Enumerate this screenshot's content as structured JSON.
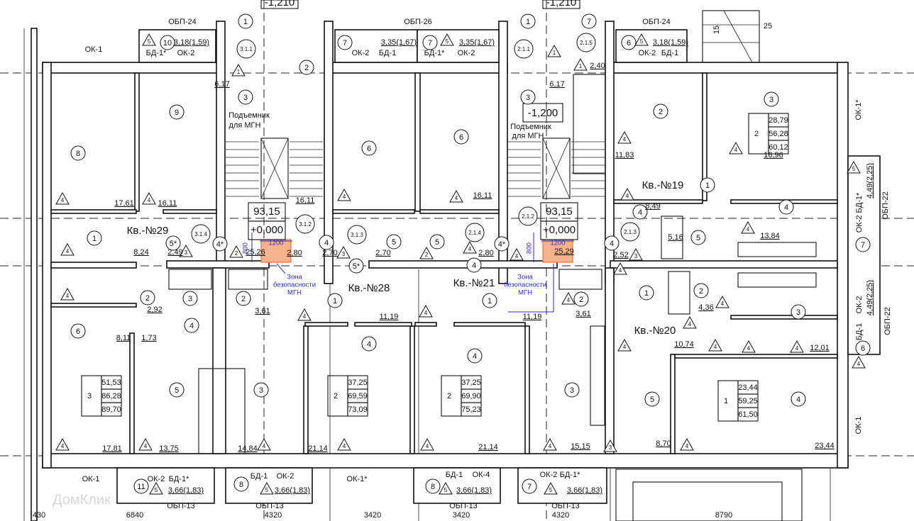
{
  "apartments": [
    "Кв.-№29",
    "Кв.-№28",
    "Кв.-№21",
    "Кв.-№19",
    "Кв.-№20"
  ],
  "area_tables": [
    {
      "rooms": "3",
      "values": [
        "51,53",
        "86,28",
        "89,70"
      ]
    },
    {
      "rooms": "2",
      "values": [
        "37,25",
        "69,59",
        "73,09"
      ]
    },
    {
      "rooms": "2",
      "values": [
        "37,25",
        "69,90",
        "75,23"
      ]
    },
    {
      "rooms": "2",
      "values": [
        "28,79",
        "56,28",
        "60,12"
      ]
    },
    {
      "rooms": "1",
      "values": [
        "23,44",
        "59,25",
        "61,50"
      ]
    }
  ],
  "room_numbers": [
    "8",
    "9",
    "1",
    "2",
    "6",
    "5",
    "3",
    "4",
    "3",
    "5*",
    "3.1.4",
    "4*",
    "10",
    "11",
    "1",
    "3.1.1",
    "2",
    "3",
    "3.1.2",
    "3.1.3",
    "4",
    "5",
    "5*",
    "2",
    "6",
    "1",
    "4",
    "7",
    "8",
    "6",
    "5",
    "4",
    "1",
    "4",
    "3",
    "7",
    "8",
    "1",
    "2.1.1",
    "7",
    "2.1.5",
    "3",
    "2.1.2",
    "2.1.4",
    "4*",
    "4",
    "2.1.3",
    "2",
    "7",
    "2",
    "3",
    "1",
    "4",
    "5",
    "6",
    "4",
    "2",
    "1",
    "3",
    "5",
    "4",
    "7",
    "6"
  ],
  "room_areas": [
    "17,61",
    "16,11",
    "6,17",
    "25,26",
    "8,24",
    "2,49",
    "2,80",
    "2,70",
    "2,70",
    "16,11",
    "16,11",
    "3,18(1,59)",
    "3,35(1,67)",
    "3,35(1,67)",
    "6,17",
    "2,40",
    "3,18(1,59)",
    "11,83",
    "16,96",
    "8,49",
    "5,16",
    "13,84",
    "25,29",
    "2,80",
    "2,52",
    "2,92",
    "8,11",
    "1,73",
    "3,61",
    "11,19",
    "17,81",
    "13,75",
    "14,84",
    "21,14",
    "21,14",
    "3,61",
    "11,19",
    "4,36",
    "12,01",
    "10,74",
    "15,15",
    "8,70",
    "23,44",
    "3,66(1,83)",
    "3,66(1,83)",
    "3,66(1,83)",
    "3,66(1,83)"
  ],
  "vertical_areas": [
    "4,49(2,25)",
    "4,49(2,25)"
  ],
  "triangles": [
    "5",
    "5",
    "5",
    "1",
    "1",
    "1",
    "4",
    "4",
    "4",
    "4",
    "4",
    "4",
    "4",
    "4",
    "4",
    "4",
    "4",
    "4",
    "4",
    "4",
    "4",
    "4",
    "4",
    "4",
    "4",
    "4",
    "4",
    "4",
    "4",
    "4",
    "4",
    "4",
    "4",
    "3",
    "2",
    "3",
    "4",
    "4",
    "3",
    "2",
    "3",
    "4",
    "5",
    "5",
    "5",
    "5",
    "5"
  ],
  "window_labels": [
    "ОК-1",
    "ОК-2",
    "БД-1*",
    "ОБП-24",
    "ОК-2",
    "БД-1",
    "ОБП-26",
    "БД-1*",
    "ОК-2",
    "ОК-2",
    "БД-1",
    "ОБП-24",
    "ОК-1",
    "ОК-2",
    "БД-1*",
    "ОБП-13",
    "БД-1",
    "ОК-2",
    "ОБП-13",
    "ОК-1*",
    "БД-1",
    "ОК-4",
    "ОБП-13",
    "ОК-2",
    "БД-1*",
    "ОБП-13"
  ],
  "vertical_window_labels": [
    "ОК-1*",
    "ОК-2  БД-1*",
    "ОБП-22",
    "ОК-2",
    "БД-1",
    "ОБП-22",
    "ОК-1"
  ],
  "dimensions": [
    "430",
    "6840",
    "4320",
    "3420",
    "3420",
    "4320",
    "8790"
  ],
  "elevations": {
    "top_left": "-1,210",
    "top_right": "-1,210",
    "stair_mid": "-1,200",
    "level_left": "93,15",
    "zero_left": "+0,000",
    "level_right": "93,15",
    "zero_right": "+0,000"
  },
  "lift_label": [
    "Подъемник",
    "для МГН"
  ],
  "safety_zone_label": [
    "Зона",
    "безопасности",
    "МГН"
  ],
  "safety_zone_dims": {
    "width": "1200",
    "height": "800"
  },
  "ramp": {
    "slope_a": "25",
    "slope_b": "15"
  },
  "watermark": "ДомКлик",
  "colors": {
    "annotation": "#2a2adf",
    "safety_zone": "#e8743c",
    "lines": "#111111"
  }
}
